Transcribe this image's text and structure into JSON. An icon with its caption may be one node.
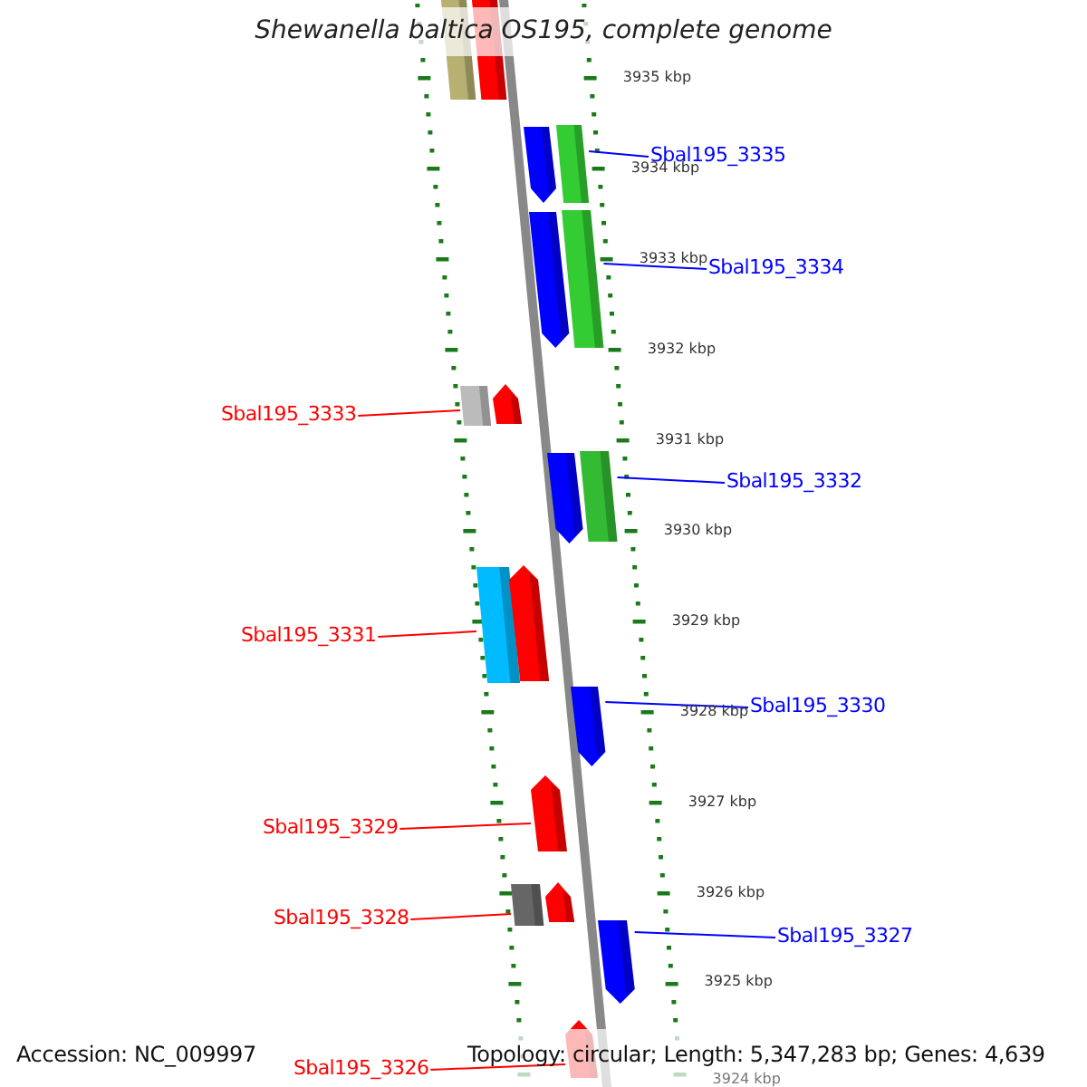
{
  "diagram": {
    "title": "Shewanella baltica OS195, complete genome",
    "nodes": [
      {
        "text": [],
        "shape": "bar"
      },
      {
        "text": [],
        "shape": "bar"
      },
      {
        "text": [],
        "shape": "arrow"
      },
      {
        "text": [],
        "shape": "bar"
      },
      {
        "text": [
          "Sbal195_3335"
        ]
      },
      {
        "text": [],
        "shape": "arrow"
      },
      {
        "text": [],
        "shape": "bar"
      },
      {
        "text": [
          "Sbal195_3334"
        ]
      },
      {
        "text": [
          "Sbal195_3333"
        ]
      },
      {
        "text": [],
        "shape": "bar"
      },
      {
        "text": [],
        "shape": "arrow"
      },
      {
        "text": [],
        "shape": "arrow"
      },
      {
        "text": [],
        "shape": "bar"
      },
      {
        "text": [
          "Sbal195_3332"
        ]
      },
      {
        "text": [
          "Sbal195_3331"
        ]
      },
      {
        "text": [],
        "shape": "bar"
      },
      {
        "text": [],
        "shape": "arrow"
      },
      {
        "text": [],
        "shape": "arrow"
      },
      {
        "text": [
          "Sbal195_3330"
        ]
      },
      {
        "text": [
          "Sbal195_3329"
        ]
      },
      {
        "text": [],
        "shape": "arrow"
      },
      {
        "text": [
          "Sbal195_3328"
        ]
      },
      {
        "text": [],
        "shape": "bar"
      },
      {
        "text": [],
        "shape": "arrow"
      },
      {
        "text": [],
        "shape": "arrow"
      },
      {
        "text": [
          "Sbal195_3327"
        ]
      },
      {
        "text": [
          "Sbal195_3326"
        ]
      },
      {
        "text": [],
        "shape": "arrow"
      }
    ],
    "edges": [
      {
        "from": 4,
        "to": 3,
        "arrow": "none",
        "color": "#0000ff"
      },
      {
        "from": 7,
        "to": 6,
        "arrow": "none",
        "color": "#0000ff"
      },
      {
        "from": 8,
        "to": 9,
        "arrow": "none",
        "color": "#ff0000"
      },
      {
        "from": 13,
        "to": 12,
        "arrow": "none",
        "color": "#0000ff"
      },
      {
        "from": 14,
        "to": 15,
        "arrow": "none",
        "color": "#ff0000"
      },
      {
        "from": 18,
        "to": 17,
        "arrow": "none",
        "color": "#0000ff"
      },
      {
        "from": 19,
        "to": 20,
        "arrow": "none",
        "color": "#ff0000"
      },
      {
        "from": 21,
        "to": 22,
        "arrow": "none",
        "color": "#ff0000"
      },
      {
        "from": 25,
        "to": 24,
        "arrow": "none",
        "color": "#0000ff"
      },
      {
        "from": 26,
        "to": 27,
        "arrow": "none",
        "color": "#ff0000"
      }
    ],
    "labels": [
      "3935 kbp",
      "3934 kbp",
      "3933 kbp",
      "3932 kbp",
      "3931 kbp",
      "3930 kbp",
      "3929 kbp",
      "3928 kbp",
      "3927 kbp",
      "3926 kbp",
      "3925 kbp",
      "3924 kbp",
      "Accession: NC_009997",
      "Topology: circular; Length: 5,347,283 bp; Genes: 4,639"
    ]
  }
}
